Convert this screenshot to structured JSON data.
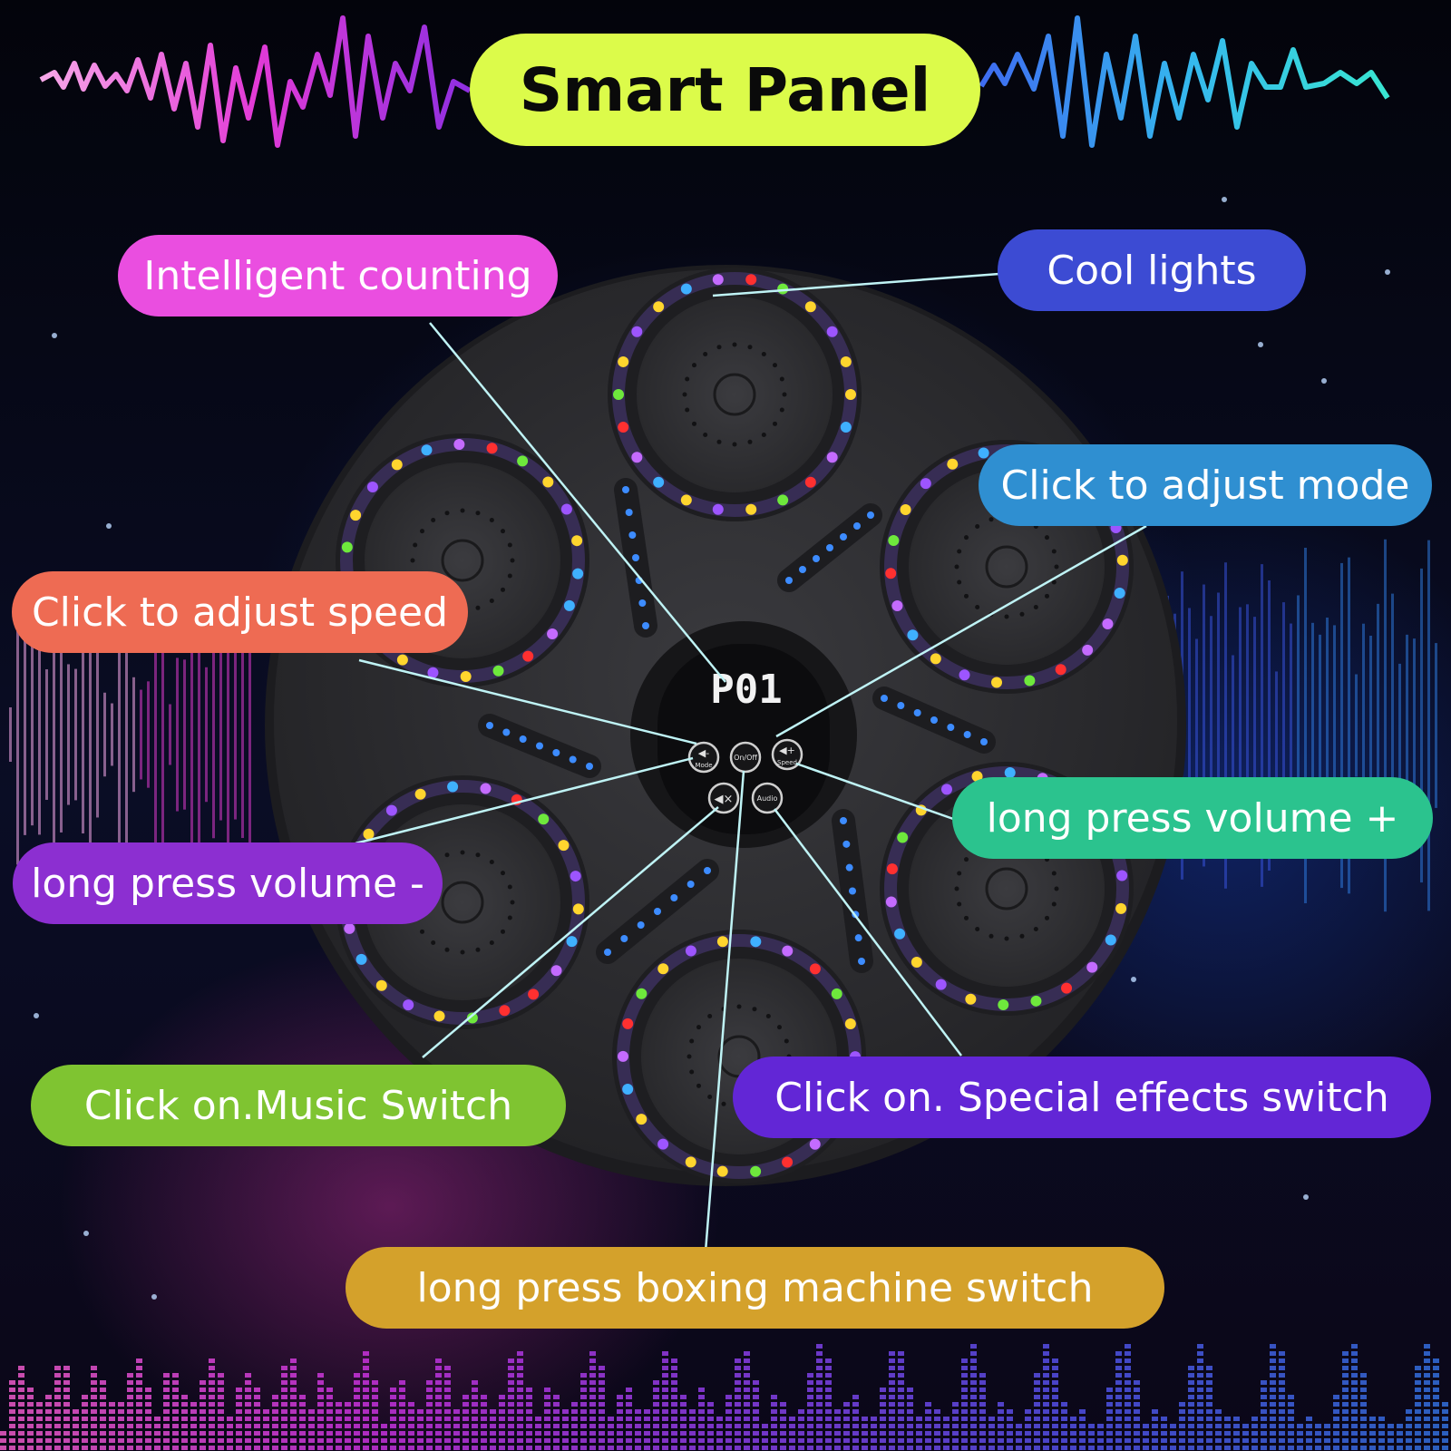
{
  "title": "Smart Panel",
  "display_readout": "P01",
  "buttons": {
    "mode_label": "Mode",
    "onoff_label": "On/Off",
    "speed_label": "Speed",
    "audio_label": "Audio"
  },
  "callouts": [
    {
      "id": "intelligent-counting",
      "text": "Intelligent counting",
      "color": "#ea4ee0"
    },
    {
      "id": "cool-lights",
      "text": "Cool lights",
      "color": "#3c4bd3"
    },
    {
      "id": "adjust-mode",
      "text": "Click to adjust mode",
      "color": "#2f8fd1"
    },
    {
      "id": "adjust-speed",
      "text": "Click to adjust speed",
      "color": "#ee6b53"
    },
    {
      "id": "volume-plus",
      "text": "long press volume +",
      "color": "#2bc38e"
    },
    {
      "id": "volume-minus",
      "text": "long press volume -",
      "color": "#8c2fd1"
    },
    {
      "id": "music-switch",
      "text": "Click on.Music Switch",
      "color": "#7fc431"
    },
    {
      "id": "effects-switch",
      "text": "Click on. Special effects switch",
      "color": "#6226d6"
    },
    {
      "id": "power-switch",
      "text": "long press boxing machine switch",
      "color": "#d4a12b"
    }
  ],
  "colors": {
    "title_pill": "#dcfb4a",
    "panel": "#2b2b2e",
    "leader_line": "#bff3f5"
  }
}
